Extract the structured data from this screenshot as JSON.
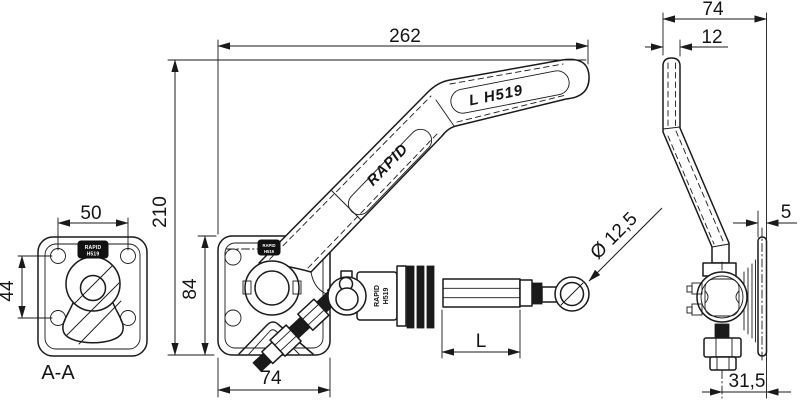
{
  "drawing": {
    "brand": "RAPID",
    "model": "H519",
    "labels": {
      "handle_top": "L  H519",
      "handle_side": "RAPID",
      "badge_line1": "RAPID",
      "badge_line2": "H519",
      "cyl_line1": "RAPID",
      "cyl_line2": "H519",
      "section": "A-A"
    },
    "dimensions": {
      "overall_length": "262",
      "overall_height": "210",
      "body_height": "84",
      "body_width": "74",
      "hole_pitch_horizontal": "50",
      "hole_pitch_vertical": "44",
      "spindle_length": "L",
      "eye_diameter": "Ø 12,5",
      "side_overall_width": "74",
      "handle_thickness": "12",
      "plate_thickness": "5",
      "side_offset": "31,5"
    },
    "line_color": "#1a1a1a",
    "background": "#ffffff"
  }
}
